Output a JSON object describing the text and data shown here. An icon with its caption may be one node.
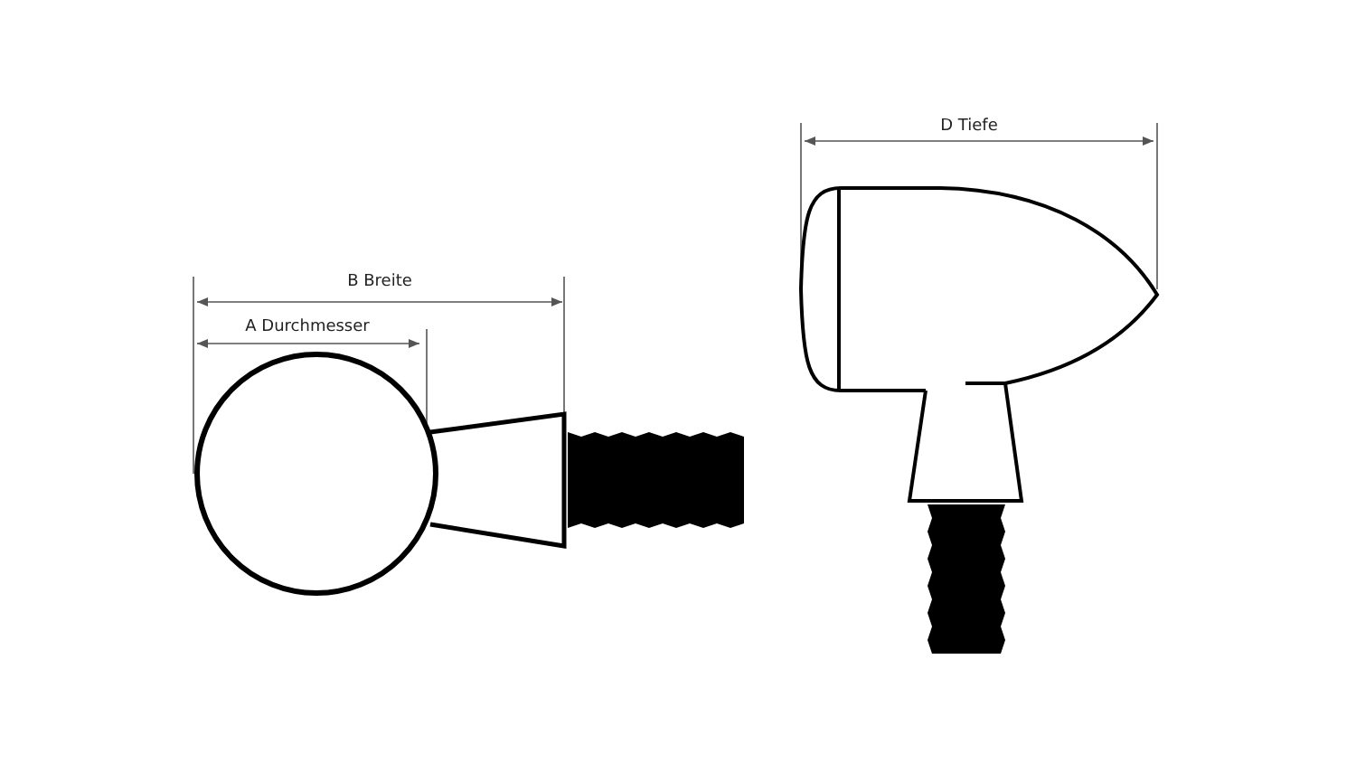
{
  "diagram": {
    "labels": [
      "D Tiefe",
      "B Breite",
      "A Durchmesser"
    ]
  }
}
